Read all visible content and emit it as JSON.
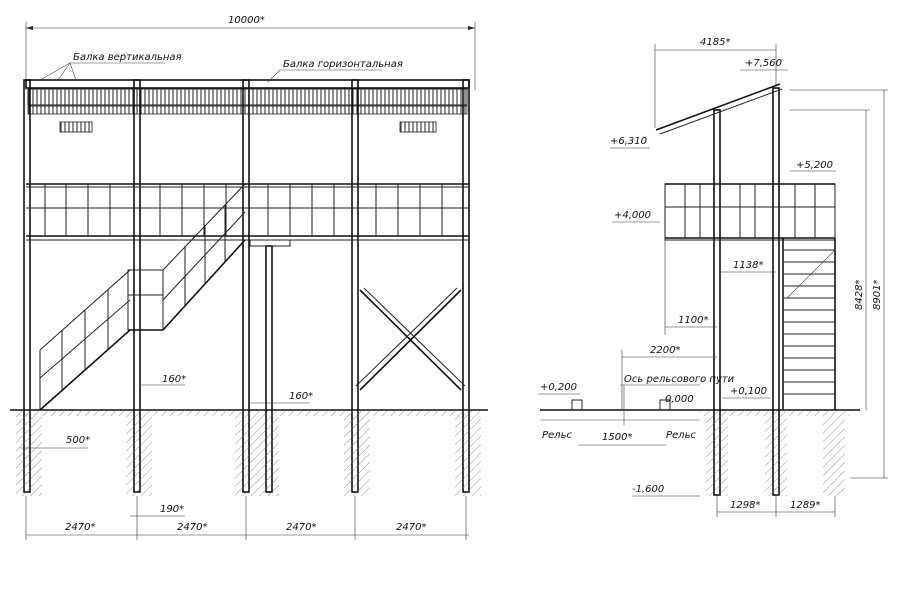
{
  "front_view": {
    "overall_width": "10000*",
    "label_vertical_beam": "Балка вертикальная",
    "label_horizontal_beam": "Балка горизонтальная",
    "dim_post_1": "160*",
    "dim_post_2": "160*",
    "dim_footing": "500*",
    "dim_gap": "190*",
    "spans": [
      "2470*",
      "2470*",
      "2470*",
      "2470*"
    ]
  },
  "side_view": {
    "overall_width": "4185*",
    "elev_top": "+7,560",
    "elev_low_edge": "+6,310",
    "elev_platform": "+4,000",
    "elev_upper": "+5,200",
    "dim_1138": "1138*",
    "dim_1100": "1100*",
    "dim_2200": "2200*",
    "elev_rail_top": "+0,200",
    "label_track_axis": "Ось рельсового пути",
    "elev_zero": "0,000",
    "elev_ground": "+0,100",
    "label_rail_left": "Рельс",
    "label_rail_right": "Рельс",
    "dim_gauge": "1500*",
    "elev_foundation": "-1,600",
    "dim_1298": "1298*",
    "dim_1289": "1289*",
    "dim_8428": "8428*",
    "dim_8901": "8901*"
  }
}
